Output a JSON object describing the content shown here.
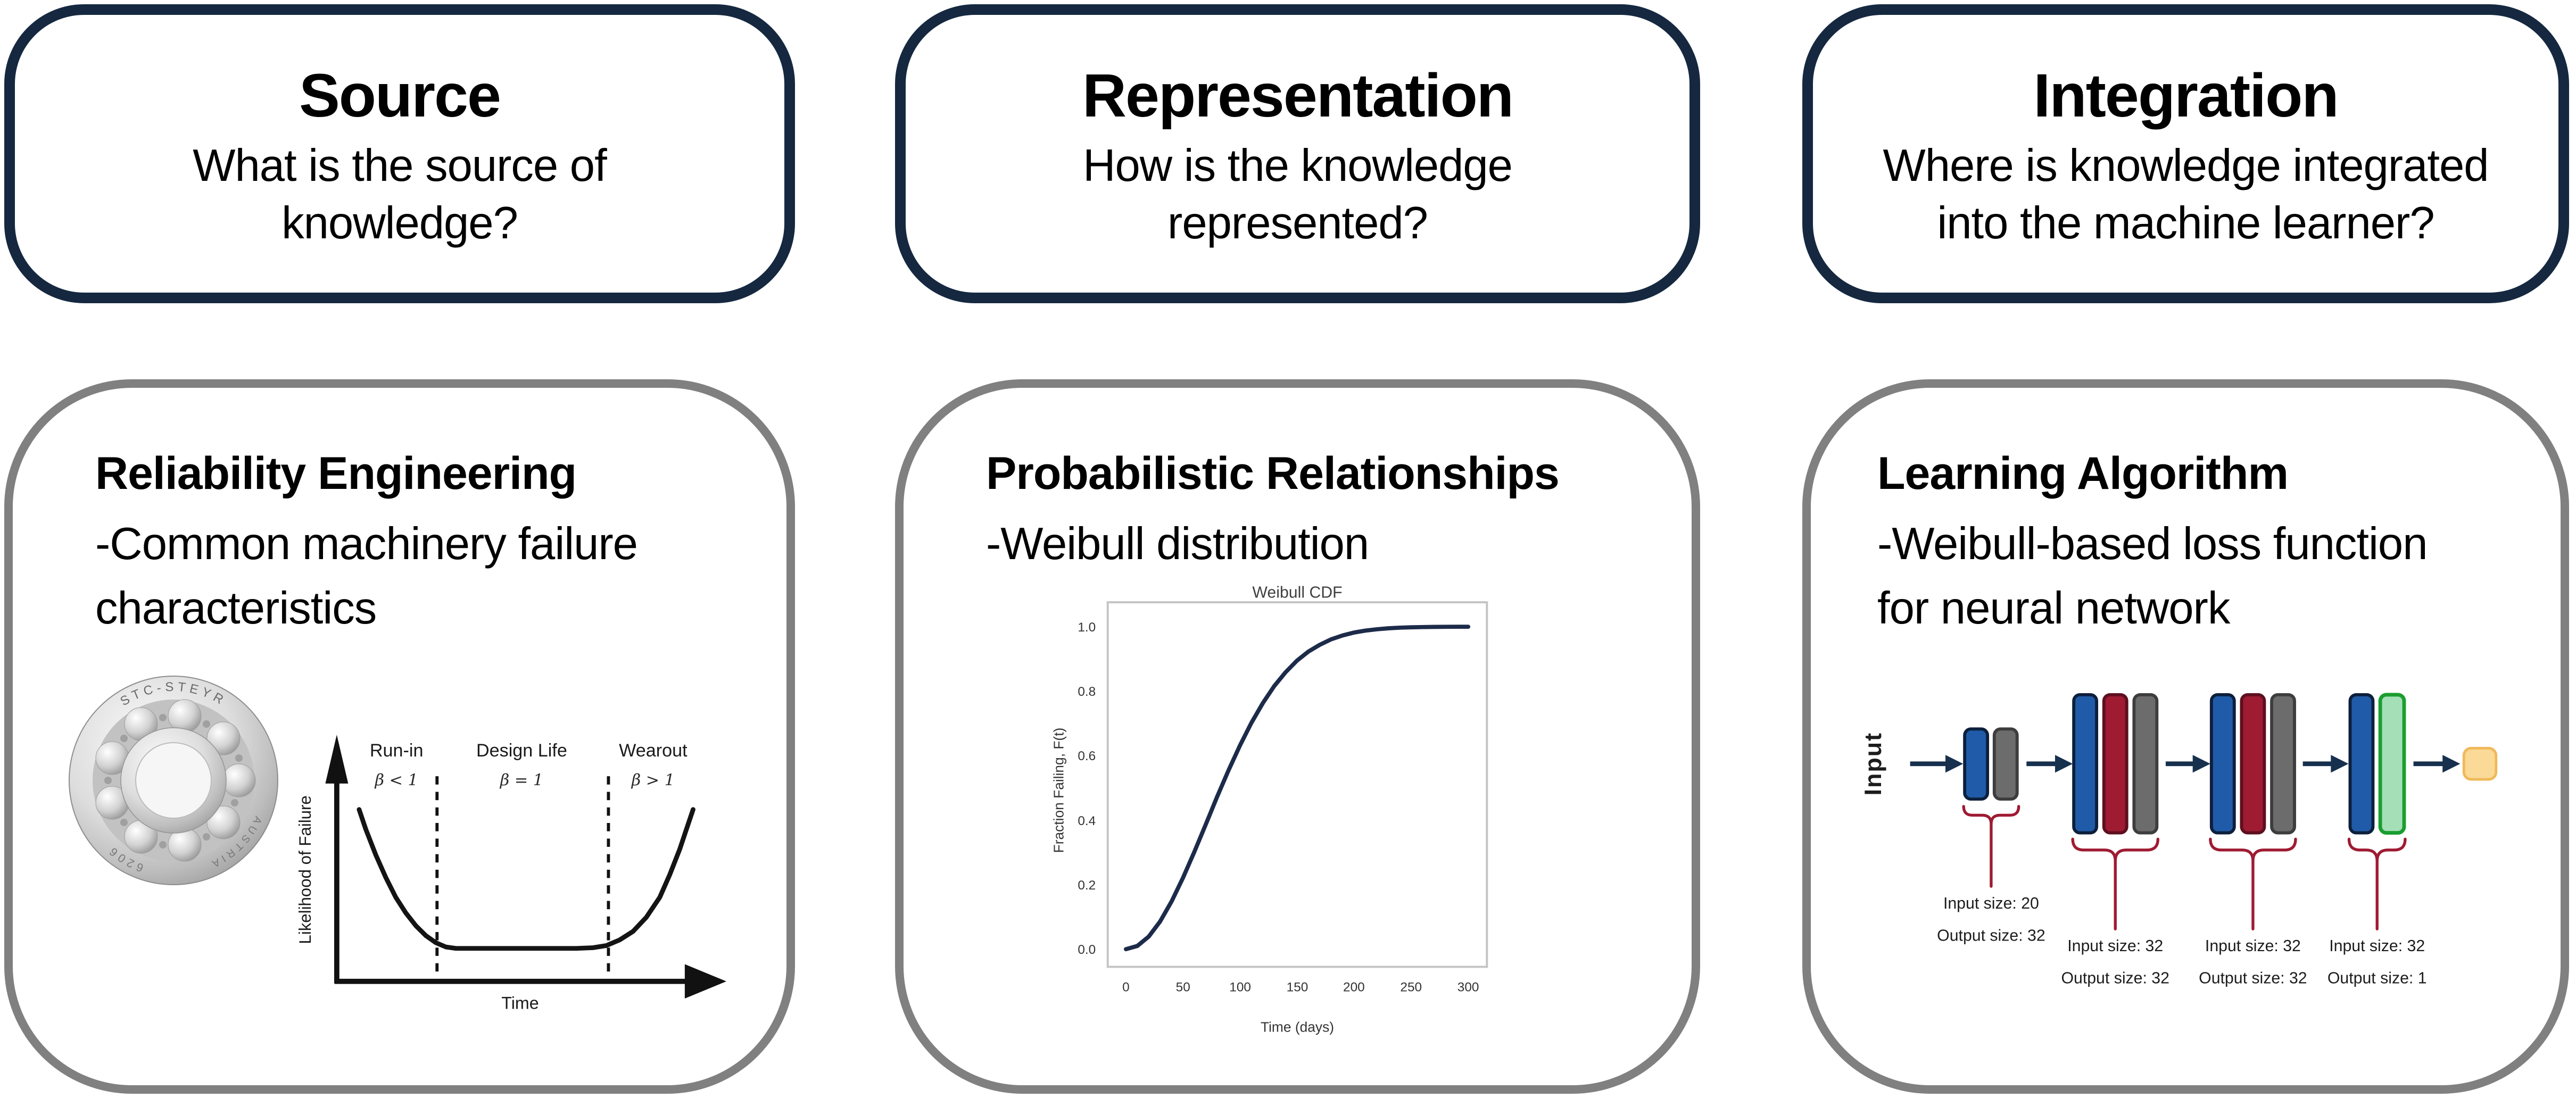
{
  "colors": {
    "navy": "#152840",
    "box-gray": "#808080",
    "ink": "#111111",
    "curve-navy": "#1d2b4a",
    "axis-gray": "#3a3a3a",
    "plot-border": "#c4c4c4",
    "bar-blue": "#1f5ba8",
    "bar-blue-stroke": "#0d1f3c",
    "bar-red": "#9e1b32",
    "bar-red-stroke": "#5e0f1f",
    "bar-gray": "#6c6c6c",
    "bar-gray-stroke": "#3d3d3d",
    "bar-green": "#a5dfb8",
    "bar-green-stroke": "#1a9e2f",
    "out-orange": "#fbd997",
    "out-orange-stroke": "#f0b95a",
    "arrow-navy": "#16304e",
    "brace-maroon": "#9e1b32"
  },
  "columns": [
    {
      "header": {
        "title": "Source",
        "subtitle_lines": [
          "What is the source of",
          "knowledge?"
        ]
      },
      "card": {
        "title": "Reliability Engineering",
        "body_lines": [
          "-Common machinery failure",
          "characteristics"
        ]
      }
    },
    {
      "header": {
        "title": "Representation",
        "subtitle_lines": [
          "How is the knowledge",
          "represented?"
        ]
      },
      "card": {
        "title": "Probabilistic Relationships",
        "body_lines": [
          "-Weibull distribution"
        ]
      }
    },
    {
      "header": {
        "title": "Integration",
        "subtitle_lines": [
          "Where is knowledge integrated",
          "into the machine learner?"
        ]
      },
      "card": {
        "title": "Learning Algorithm",
        "body_lines": [
          "-Weibull-based loss function",
          "for neural network"
        ]
      }
    }
  ],
  "bearing": {
    "brand_top": "STC-STEYR",
    "brand_right": "AUSTRIA",
    "model": "6206"
  },
  "chart_data": [
    {
      "id": "bathtub",
      "type": "line",
      "title": "",
      "xlabel": "Time",
      "ylabel": "Likelihood of Failure",
      "axes": "unlabeled qualitative axes with arrowheads; two dashed vertical dividers",
      "regions": [
        {
          "label": "Run-in",
          "beta": "β < 1"
        },
        {
          "label": "Design Life",
          "beta": "β = 1"
        },
        {
          "label": "Wearout",
          "beta": "β > 1"
        }
      ],
      "x_norm": [
        0,
        0.02,
        0.05,
        0.08,
        0.11,
        0.14,
        0.17,
        0.2,
        0.23,
        0.26,
        0.29,
        0.35,
        0.45,
        0.55,
        0.65,
        0.7,
        0.74,
        0.78,
        0.82,
        0.86,
        0.9,
        0.93,
        0.96,
        0.98,
        1.0
      ],
      "y_norm": [
        1.0,
        0.86,
        0.68,
        0.52,
        0.38,
        0.27,
        0.18,
        0.11,
        0.06,
        0.03,
        0.02,
        0.02,
        0.02,
        0.02,
        0.02,
        0.025,
        0.04,
        0.08,
        0.14,
        0.24,
        0.38,
        0.54,
        0.72,
        0.86,
        1.0
      ]
    },
    {
      "id": "weibull_cdf",
      "type": "line",
      "title": "Weibull CDF",
      "xlabel": "Time (days)",
      "ylabel": "Fraction Failing, F(t)",
      "xlim": [
        0,
        300
      ],
      "ylim": [
        0.0,
        1.0
      ],
      "xticks": [
        0,
        50,
        100,
        150,
        200,
        250,
        300
      ],
      "yticks": [
        "0.0",
        "0.2",
        "0.4",
        "0.6",
        "0.8",
        "1.0"
      ],
      "grid": false,
      "legend": "none",
      "weibull_shape": 2,
      "weibull_scale_days": 100,
      "x": [
        0,
        10,
        20,
        30,
        40,
        50,
        60,
        70,
        80,
        90,
        100,
        110,
        120,
        130,
        140,
        150,
        160,
        170,
        180,
        190,
        200,
        210,
        220,
        230,
        240,
        250,
        260,
        270,
        280,
        290,
        300
      ],
      "y": [
        0.0,
        0.01,
        0.039,
        0.086,
        0.148,
        0.221,
        0.302,
        0.387,
        0.473,
        0.555,
        0.632,
        0.702,
        0.763,
        0.816,
        0.859,
        0.895,
        0.923,
        0.944,
        0.961,
        0.973,
        0.982,
        0.988,
        0.992,
        0.995,
        0.997,
        0.998,
        0.9988,
        0.9993,
        0.9996,
        0.9998,
        0.9999
      ]
    }
  ],
  "nn": {
    "input_label": "Input",
    "groups": [
      {
        "lines": [
          "Input size: 20",
          "Output size: 32"
        ]
      },
      {
        "lines": [
          "Input size: 32",
          "Output size: 32"
        ]
      },
      {
        "lines": [
          "Input size: 32",
          "Output size: 32"
        ]
      },
      {
        "lines": [
          "Input size: 32",
          "Output size: 1"
        ]
      }
    ]
  }
}
